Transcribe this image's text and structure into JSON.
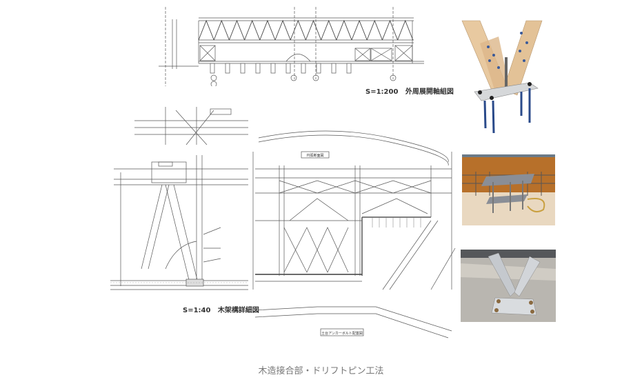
{
  "figure": {
    "elevation": {
      "scale_label": "S=1:200",
      "title": "外周展開軸組図",
      "grid_marks": [
        "⑧",
        "⑤",
        "⑤",
        "⑥",
        "⑧"
      ]
    },
    "detail": {
      "scale_label": "S=1:40",
      "title": "木架構詳細図"
    },
    "section": {
      "section_label": "円弧断面図",
      "plan_label": "土台アンカーボルト配置図"
    },
    "photos": [
      "drift-pin-joint-3d-render",
      "anchor-bolt-frame-photo",
      "steel-v-bracket-photo"
    ]
  },
  "caption": "木造接合部・ドリフトピン工法",
  "colors": {
    "line": "#444444",
    "wood": "#e8c9a0",
    "steel": "#c8ccd0",
    "bolt": "#2a4a8a",
    "caption": "#777777"
  }
}
